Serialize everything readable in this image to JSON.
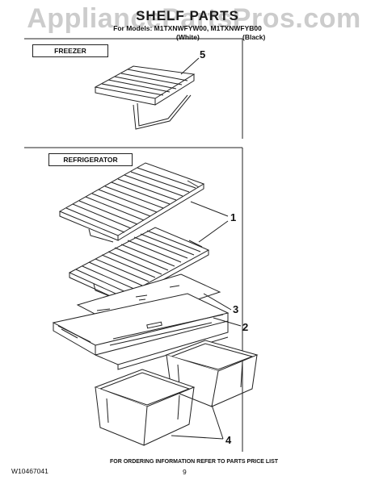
{
  "watermark": "AppliancePartsPros.com",
  "header": {
    "title": "SHELF PARTS",
    "models_line": "For Models: M1TXNWFYW00, M1TXNWFYB00",
    "color_white": "(White)",
    "color_black": "(Black)"
  },
  "sections": {
    "freezer": "FREEZER",
    "refrigerator": "REFRIGERATOR"
  },
  "callouts": [
    "5",
    "1",
    "3",
    "2",
    "4"
  ],
  "footer": {
    "doc_number": "W10467041",
    "ordering_note": "FOR ORDERING INFORMATION REFER TO PARTS PRICE LIST",
    "page_number": "9"
  }
}
